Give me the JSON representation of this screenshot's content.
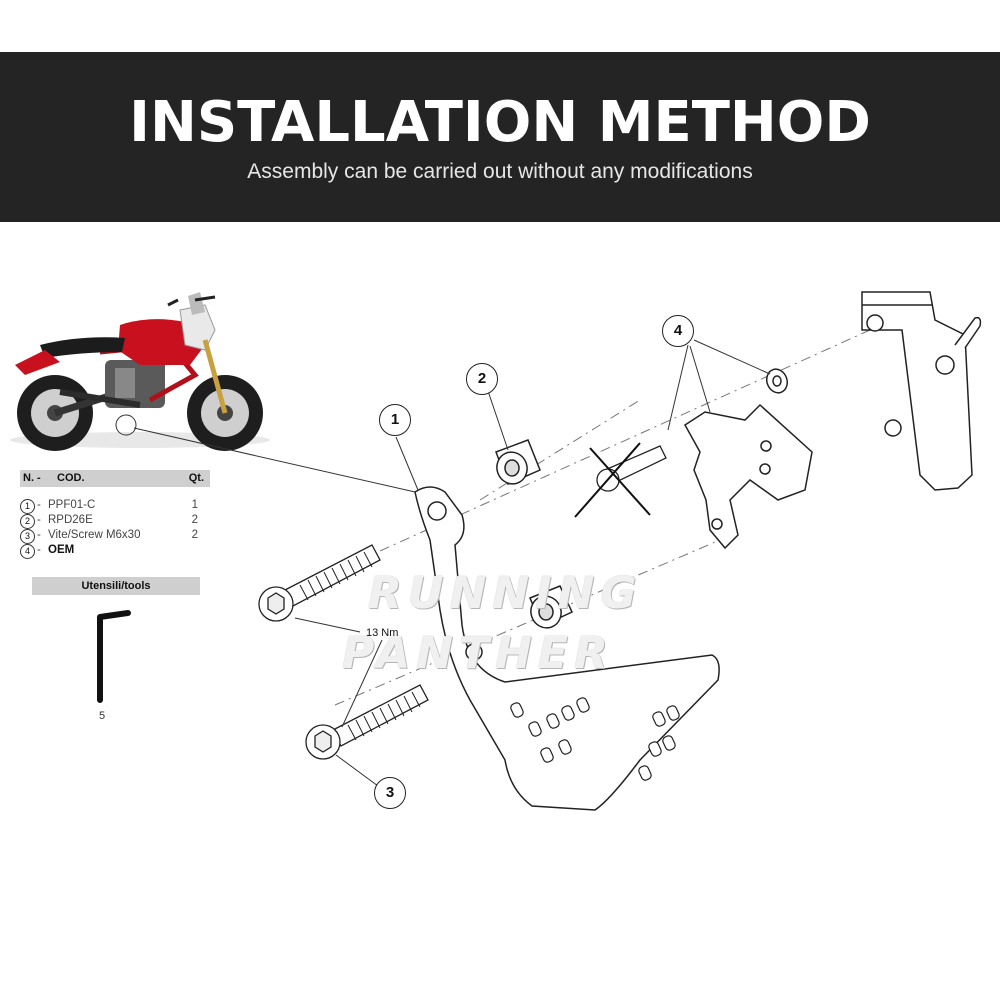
{
  "header": {
    "title": "INSTALLATION METHOD",
    "subtitle": "Assembly can be carried out without any modifications"
  },
  "parts_table": {
    "columns": {
      "n": "N. -",
      "code": "COD.",
      "qty": "Qt."
    },
    "rows": [
      {
        "n": "1",
        "dash": "-",
        "code": "PPF01-C",
        "qty": "1"
      },
      {
        "n": "2",
        "dash": "-",
        "code": "RPD26E",
        "qty": "2"
      },
      {
        "n": "3",
        "dash": "-",
        "code": "Vite/Screw M6x30",
        "qty": "2"
      },
      {
        "n": "4",
        "dash": "-",
        "code": "OEM",
        "qty": ""
      }
    ]
  },
  "tools": {
    "header": "Utensili/tools",
    "size": "5"
  },
  "diagram": {
    "callouts": [
      "1",
      "2",
      "3",
      "4"
    ],
    "torque": "13 Nm",
    "watermark_line1": "RUNNING",
    "watermark_line2": "PANTHER"
  },
  "colors": {
    "banner": "#242424",
    "motorcycle_red": "#c8101e",
    "table_header": "#cfcfcf"
  }
}
